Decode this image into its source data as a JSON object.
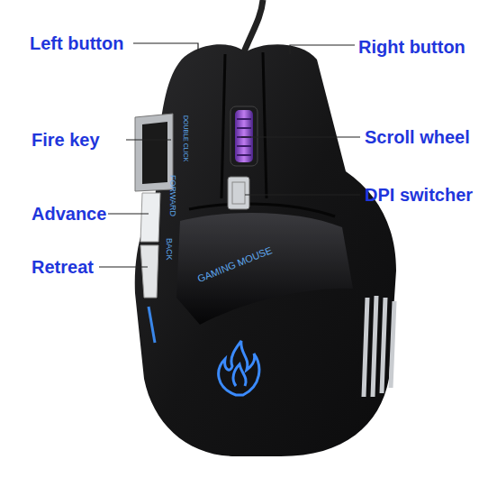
{
  "diagram": {
    "labels": [
      "Left button",
      "Right button",
      "Fire key",
      "Scroll wheel",
      "DPI switcher",
      "Advance",
      "Retreat",
      "DOUBLE CLICK",
      "FORWARD",
      "BACK",
      "GAMING MOUSE"
    ]
  }
}
